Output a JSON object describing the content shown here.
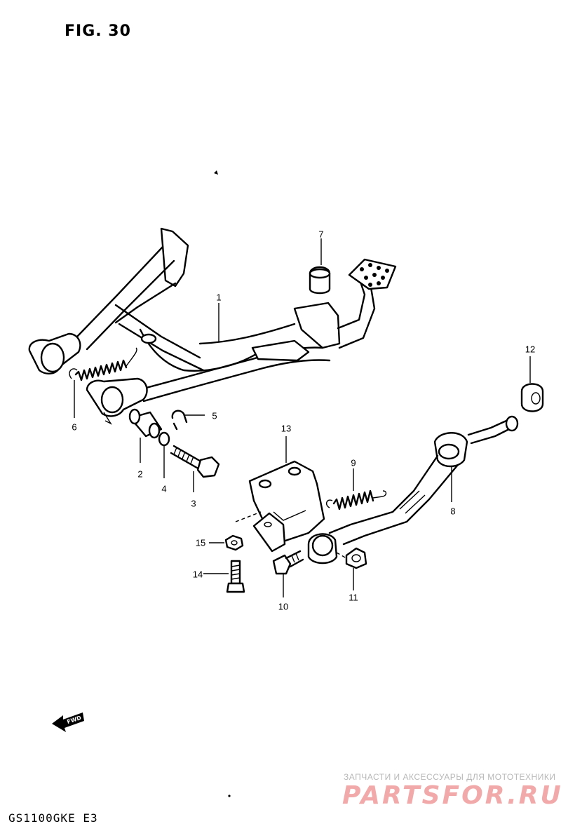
{
  "figure": {
    "title": "FIG. 30",
    "model_code": "GS1100GKE E3",
    "fwd_arrow_label": "FWD"
  },
  "watermark": {
    "tagline": "ЗАПЧАСТИ И АКСЕССУАРЫ ДЛЯ МОТОТЕХНИКИ",
    "logo_text": "PARTSFOR.RU"
  },
  "callouts": {
    "c1": "1",
    "c2": "2",
    "c3": "3",
    "c4": "4",
    "c5": "5",
    "c6": "6",
    "c7": "7",
    "c8": "8",
    "c9": "9",
    "c10": "10",
    "c11": "11",
    "c12": "12",
    "c13": "13",
    "c14": "14",
    "c15": "15"
  }
}
